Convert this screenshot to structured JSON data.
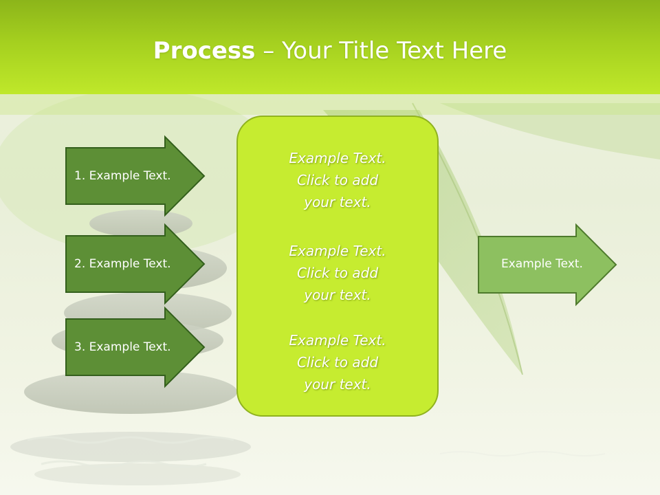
{
  "title": {
    "bold": "Process",
    "separator": " – ",
    "rest": "Your Title Text Here"
  },
  "steps": [
    {
      "label": "1. Example Text."
    },
    {
      "label": "2. Example Text."
    },
    {
      "label": "3. Example Text."
    }
  ],
  "center_blocks": [
    {
      "lines": [
        "Example Text.",
        "Click  to add",
        "your text."
      ]
    },
    {
      "lines": [
        "Example Text.",
        "Click  to add",
        "your text."
      ]
    },
    {
      "lines": [
        "Example Text.",
        "Click  to add",
        "your text."
      ]
    }
  ],
  "output": {
    "label": "Example Text."
  },
  "colors": {
    "title_bar": "#a5d01f",
    "center_box": "#c6ec30",
    "step_arrow": "#5d8f36",
    "output_arrow": "#8dc060",
    "text": "#ffffff"
  }
}
